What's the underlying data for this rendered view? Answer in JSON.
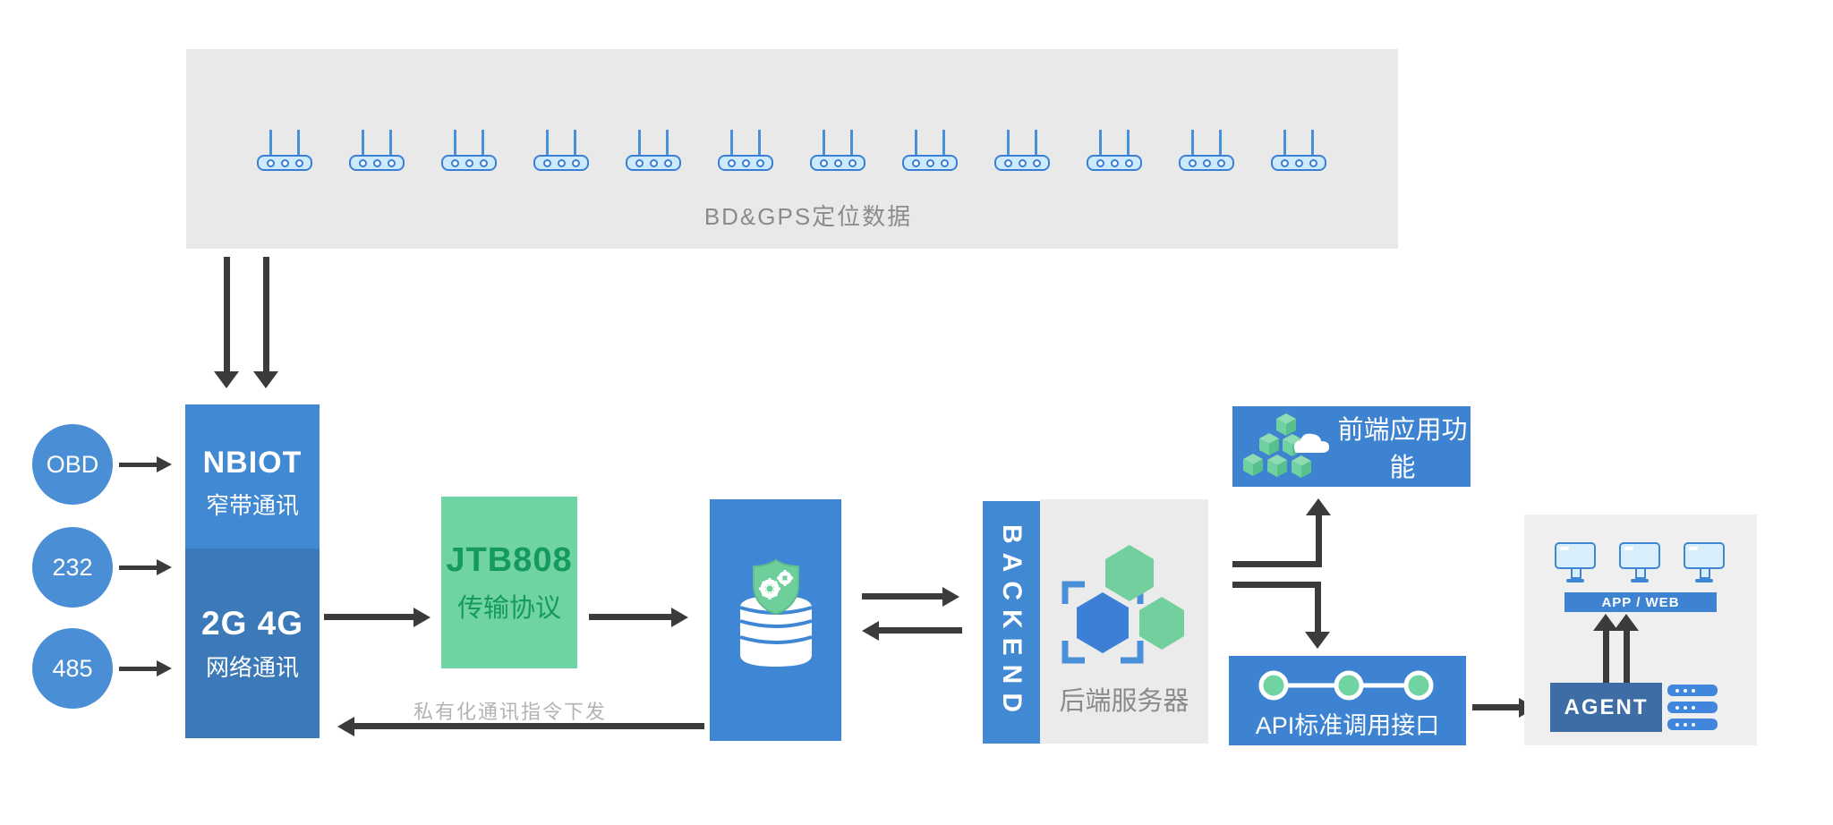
{
  "top_panel": {
    "label": "BD&GPS定位数据",
    "router_count": 12
  },
  "inputs": [
    {
      "label": "OBD"
    },
    {
      "label": "232"
    },
    {
      "label": "485"
    }
  ],
  "gateway": {
    "nbiot_title": "NBIOT",
    "nbiot_subtitle": "窄带通讯",
    "cellular_title": "2G 4G",
    "cellular_subtitle": "网络通讯"
  },
  "protocol": {
    "title": "JTB808",
    "subtitle": "传输协议"
  },
  "downlink": {
    "label": "私有化通讯指令下发"
  },
  "backend": {
    "vertical_label": "BACKEND",
    "server_label": "后端服务器"
  },
  "frontend": {
    "label": "前端应用功能"
  },
  "api": {
    "label": "API标准调用接口"
  },
  "clients": {
    "app_web_label": "APP / WEB",
    "agent_label": "AGENT"
  },
  "palette": {
    "blue": "#4189d3",
    "blue_muted": "#3c79b8",
    "blue_dark": "#3d6da4",
    "icon_blue": "#3f86d4",
    "icon_light_blue": "#d9effc",
    "green": "#6fd3a2",
    "green_text": "#149a5e",
    "arrow": "#3b3b3b",
    "panel_gray": "#e9e9e9",
    "panel_gray_light": "#efefef",
    "text_gray": "#8b8b8b",
    "text_gray_light": "#b3b3b3"
  }
}
